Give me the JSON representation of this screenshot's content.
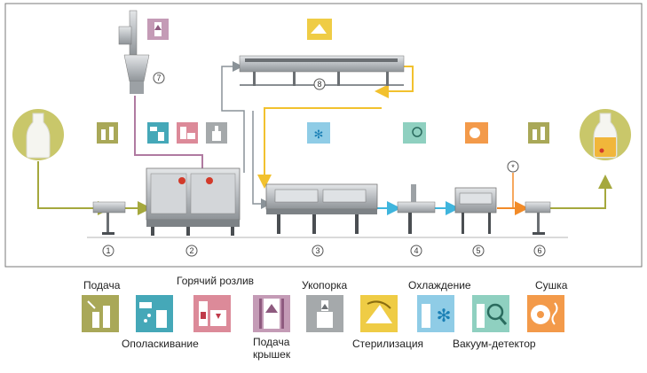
{
  "station_numbers": [
    "1",
    "2",
    "3",
    "4",
    "5",
    "6",
    "7",
    "8"
  ],
  "detector_marker": "*",
  "legend": {
    "feed": "Подача",
    "rinse": "Ополаскивание",
    "hot_fill": "Горячий розлив",
    "cap_feed_line1": "Подача",
    "cap_feed_line2": "крышек",
    "capping": "Укопорка",
    "sterilization": "Стерилизация",
    "cooling": "Охлаждение",
    "vacuum_detector": "Вакуум-детектор",
    "drying": "Сушка"
  },
  "colors": {
    "flow_green": "#a5a83d",
    "flow_yellow": "#f2c12e",
    "flow_blue": "#3fb5dd",
    "flow_orange": "#f28b28",
    "flow_gray": "#8a9298",
    "flow_purple": "#b07aa1",
    "icon_olive": "#a9a858",
    "icon_teal": "#45a8b8",
    "icon_pink": "#dc8a99",
    "icon_mauve": "#c49bb6",
    "icon_gray": "#a5a9ab",
    "icon_yellow": "#efcc45",
    "icon_lightblue": "#8fcce6",
    "icon_mint": "#8fd0c0",
    "icon_orange": "#f39a4a"
  },
  "icons": [
    "feed-icon",
    "rinse-icon",
    "hot-fill-icon",
    "cap-feed-icon",
    "capping-icon",
    "sterilization-icon",
    "cooling-icon",
    "vacuum-detector-icon",
    "drying-icon",
    "empty-bottle-icon",
    "filled-bottle-icon"
  ]
}
